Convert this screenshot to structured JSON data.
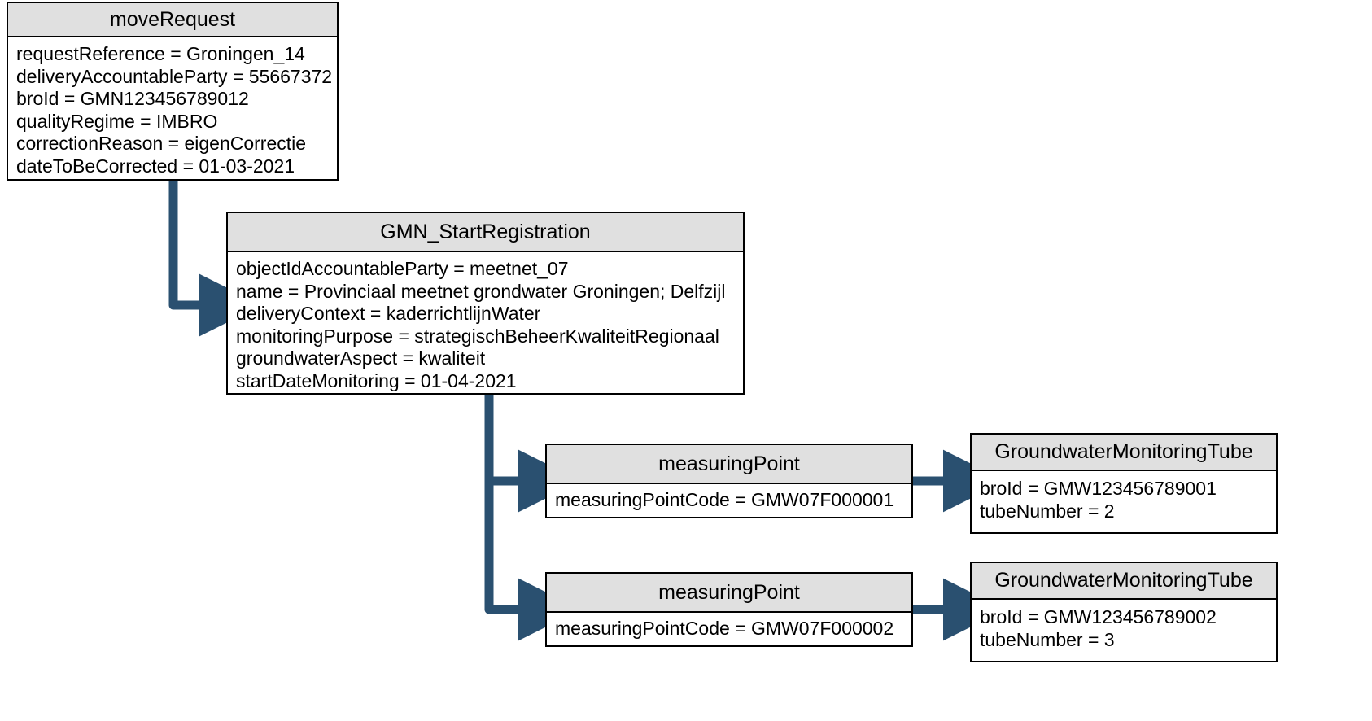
{
  "diagram": {
    "title": "moveRequest GMN correction object diagram",
    "colors": {
      "box_border": "#000000",
      "header_fill": "#e0e0e0",
      "body_fill": "#ffffff",
      "arrow": "#2a5070",
      "text": "#000000"
    },
    "boxes": [
      {
        "id": "move-request",
        "header": "moveRequest",
        "attributes": [
          "requestReference = Groningen_14",
          "deliveryAccountableParty = 55667372",
          "broId = GMN123456789012",
          "qualityRegime = IMBRO",
          "correctionReason = eigenCorrectie",
          "dateToBeCorrected = 01-03-2021"
        ]
      },
      {
        "id": "gmn-start-registration",
        "header": "GMN_StartRegistration",
        "attributes": [
          "objectIdAccountableParty = meetnet_07",
          "name = Provinciaal meetnet grondwater Groningen; Delfzijl",
          "deliveryContext = kaderrichtlijnWater",
          "monitoringPurpose = strategischBeheerKwaliteitRegionaal",
          "groundwaterAspect = kwaliteit",
          "startDateMonitoring = 01-04-2021"
        ]
      },
      {
        "id": "measuring-point-1",
        "header": "measuringPoint",
        "attributes": [
          "measuringPointCode = GMW07F000001"
        ]
      },
      {
        "id": "monitoring-tube-1",
        "header": "GroundwaterMonitoringTube",
        "attributes": [
          "broId = GMW123456789001",
          "tubeNumber = 2"
        ]
      },
      {
        "id": "measuring-point-2",
        "header": "measuringPoint",
        "attributes": [
          "measuringPointCode = GMW07F000002"
        ]
      },
      {
        "id": "monitoring-tube-2",
        "header": "GroundwaterMonitoringTube",
        "attributes": [
          "broId = GMW123456789002",
          "tubeNumber = 3"
        ]
      }
    ],
    "connectors": [
      {
        "id": "move-request-to-gmn",
        "from": "move-request",
        "to": "gmn-start-registration",
        "style": "elbow-arrow"
      },
      {
        "id": "gmn-to-measuring-point-1",
        "from": "gmn-start-registration",
        "to": "measuring-point-1",
        "style": "elbow-arrow"
      },
      {
        "id": "gmn-to-measuring-point-2",
        "from": "gmn-start-registration",
        "to": "measuring-point-2",
        "style": "elbow-arrow"
      },
      {
        "id": "measuring-point-1-to-tube-1",
        "from": "measuring-point-1",
        "to": "monitoring-tube-1",
        "style": "straight-arrow"
      },
      {
        "id": "measuring-point-2-to-tube-2",
        "from": "measuring-point-2",
        "to": "monitoring-tube-2",
        "style": "straight-arrow"
      }
    ]
  }
}
